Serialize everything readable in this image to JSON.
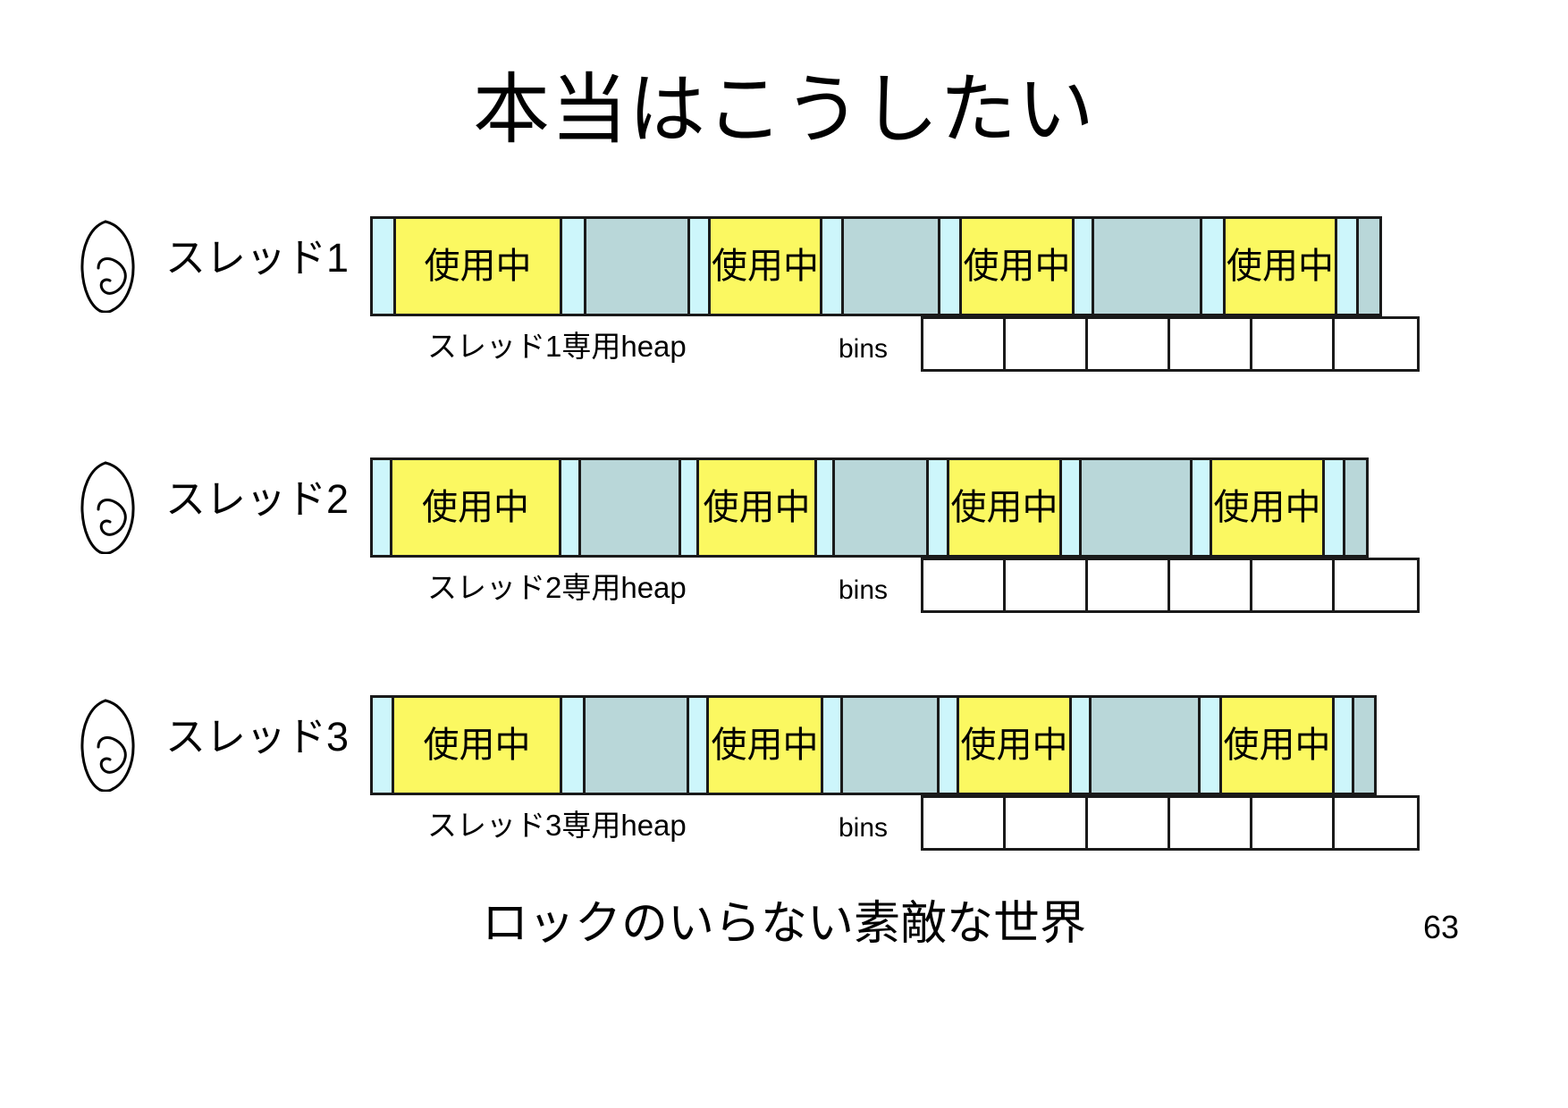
{
  "slide": {
    "title": "本当はこうしたい",
    "footer": "ロックのいらない素敵な世界",
    "page_number": "63"
  },
  "colors": {
    "used": "#fbf861",
    "free": "#b9d7d9",
    "gap": "#cdf6fb",
    "outline": "#1a1a1a",
    "background": "#ffffff"
  },
  "labels": {
    "bins": "bins",
    "used_segment": "使用中"
  },
  "threads": [
    {
      "icon": "thread-loop-icon",
      "name": "スレッド1",
      "heap_caption": "スレッド1専用heap",
      "bins_label": "bins",
      "bins_count": 6,
      "segments": [
        {
          "kind": "gap",
          "width": 26,
          "text": ""
        },
        {
          "kind": "used",
          "width": 186,
          "text": "使用中"
        },
        {
          "kind": "gap",
          "width": 27,
          "text": ""
        },
        {
          "kind": "free",
          "width": 116,
          "text": ""
        },
        {
          "kind": "gap",
          "width": 23,
          "text": ""
        },
        {
          "kind": "used",
          "width": 125,
          "text": "使用中"
        },
        {
          "kind": "gap",
          "width": 24,
          "text": ""
        },
        {
          "kind": "free",
          "width": 108,
          "text": ""
        },
        {
          "kind": "gap",
          "width": 24,
          "text": ""
        },
        {
          "kind": "used",
          "width": 126,
          "text": "使用中"
        },
        {
          "kind": "gap",
          "width": 22,
          "text": ""
        },
        {
          "kind": "free",
          "width": 121,
          "text": ""
        },
        {
          "kind": "gap",
          "width": 26,
          "text": ""
        },
        {
          "kind": "used",
          "width": 125,
          "text": "使用中"
        },
        {
          "kind": "gap",
          "width": 24,
          "text": ""
        },
        {
          "kind": "free",
          "width": 23,
          "text": ""
        }
      ]
    },
    {
      "icon": "thread-loop-icon",
      "name": "スレッド2",
      "heap_caption": "スレッド2専用heap",
      "bins_label": "bins",
      "bins_count": 6,
      "segments": [
        {
          "kind": "gap",
          "width": 22,
          "text": ""
        },
        {
          "kind": "used",
          "width": 189,
          "text": "使用中"
        },
        {
          "kind": "gap",
          "width": 22,
          "text": ""
        },
        {
          "kind": "free",
          "width": 112,
          "text": ""
        },
        {
          "kind": "gap",
          "width": 20,
          "text": ""
        },
        {
          "kind": "used",
          "width": 132,
          "text": "使用中"
        },
        {
          "kind": "gap",
          "width": 20,
          "text": ""
        },
        {
          "kind": "free",
          "width": 105,
          "text": ""
        },
        {
          "kind": "gap",
          "width": 23,
          "text": ""
        },
        {
          "kind": "used",
          "width": 126,
          "text": "使用中"
        },
        {
          "kind": "gap",
          "width": 22,
          "text": ""
        },
        {
          "kind": "free",
          "width": 124,
          "text": ""
        },
        {
          "kind": "gap",
          "width": 22,
          "text": ""
        },
        {
          "kind": "used",
          "width": 126,
          "text": "使用中"
        },
        {
          "kind": "gap",
          "width": 23,
          "text": ""
        },
        {
          "kind": "free",
          "width": 23,
          "text": ""
        }
      ]
    },
    {
      "icon": "thread-loop-icon",
      "name": "スレッド3",
      "heap_caption": "スレッド3専用heap",
      "bins_label": "bins",
      "bins_count": 6,
      "segments": [
        {
          "kind": "gap",
          "width": 24,
          "text": ""
        },
        {
          "kind": "used",
          "width": 188,
          "text": "使用中"
        },
        {
          "kind": "gap",
          "width": 26,
          "text": ""
        },
        {
          "kind": "free",
          "width": 116,
          "text": ""
        },
        {
          "kind": "gap",
          "width": 22,
          "text": ""
        },
        {
          "kind": "used",
          "width": 128,
          "text": "使用中"
        },
        {
          "kind": "gap",
          "width": 22,
          "text": ""
        },
        {
          "kind": "free",
          "width": 108,
          "text": ""
        },
        {
          "kind": "gap",
          "width": 22,
          "text": ""
        },
        {
          "kind": "used",
          "width": 126,
          "text": "使用中"
        },
        {
          "kind": "gap",
          "width": 22,
          "text": ""
        },
        {
          "kind": "free",
          "width": 122,
          "text": ""
        },
        {
          "kind": "gap",
          "width": 24,
          "text": ""
        },
        {
          "kind": "used",
          "width": 126,
          "text": "使用中"
        },
        {
          "kind": "gap",
          "width": 22,
          "text": ""
        },
        {
          "kind": "free",
          "width": 22,
          "text": ""
        }
      ]
    }
  ]
}
